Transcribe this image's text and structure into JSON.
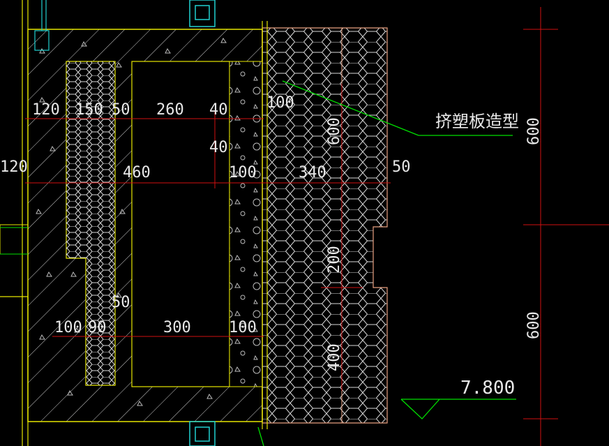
{
  "drawing": {
    "callout_label": "挤塑板造型",
    "elevation_label": "7.800",
    "dims_horizontal_top": [
      "120",
      "150",
      "50",
      "260",
      "40",
      "100"
    ],
    "dims_horizontal_mid": [
      "460",
      "100",
      "340",
      "50"
    ],
    "dims_horizontal_bottom": [
      "100",
      "90",
      "300",
      "100"
    ],
    "dim_left_edge": "120",
    "dim_vertical_40": "40",
    "dim_vertical_50": "50",
    "dims_vertical_inner": [
      "600",
      "200",
      "400"
    ],
    "dims_vertical_right": [
      "600",
      "600"
    ]
  },
  "colors": {
    "background": "#000000",
    "outline": "#e6e600",
    "dimension": "#d01010",
    "leader": "#00e000",
    "hatch": "#d8d8d8",
    "xps_outline": "#e8a080",
    "text": "#e8e8e8"
  }
}
